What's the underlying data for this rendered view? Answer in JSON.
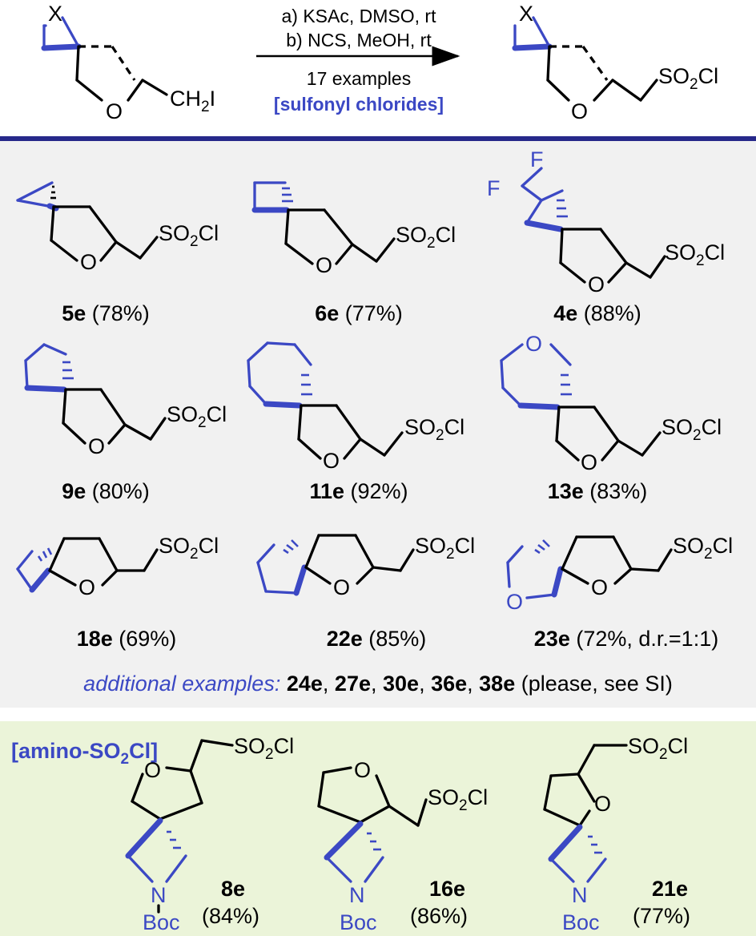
{
  "header": {
    "general": {
      "x": "X",
      "o": "O",
      "ch2i": "CH",
      "i_sub": "2",
      "i_atom": "I",
      "so2": "SO",
      "so2_sub": "2",
      "cl": "Cl"
    },
    "conditions": [
      "a) KSAc, DMSO, rt",
      "b) NCS, MeOH, rt",
      "17 examples"
    ],
    "class_label": "[sulfonyl chlorides]"
  },
  "atoms": {
    "o": "O",
    "f": "F",
    "n": "N",
    "boc": "Boc",
    "so2": "SO",
    "sub2": "2",
    "cl": "Cl"
  },
  "compounds": [
    {
      "id": "5e",
      "yield": "(78%)"
    },
    {
      "id": "6e",
      "yield": "(77%)"
    },
    {
      "id": "4e",
      "yield": "(88%)"
    },
    {
      "id": "9e",
      "yield": "(80%)"
    },
    {
      "id": "11e",
      "yield": "(92%)"
    },
    {
      "id": "13e",
      "yield": "(83%)"
    },
    {
      "id": "18e",
      "yield": "(69%)"
    },
    {
      "id": "22e",
      "yield": "(85%)"
    },
    {
      "id": "23e",
      "yield": "(72%, d.r.=1:1)"
    }
  ],
  "additional": {
    "lead": "additional examples:",
    "ids": [
      "24e",
      "27e",
      "30e",
      "36e",
      "38e"
    ],
    "tail": "(please, see SI)",
    "sep": ", "
  },
  "amino": {
    "label_pre": "[amino-SO",
    "label_sub": "2",
    "label_post": "Cl]",
    "compounds": [
      {
        "id": "8e",
        "yield": "(84%)"
      },
      {
        "id": "16e",
        "yield": "(86%)"
      },
      {
        "id": "21e",
        "yield": "(77%)"
      }
    ]
  },
  "colors": {
    "accent": "#3b48c4",
    "panel_gray": "#f1f1f1",
    "panel_green": "#ebf4d9",
    "divider": "#26288a"
  }
}
